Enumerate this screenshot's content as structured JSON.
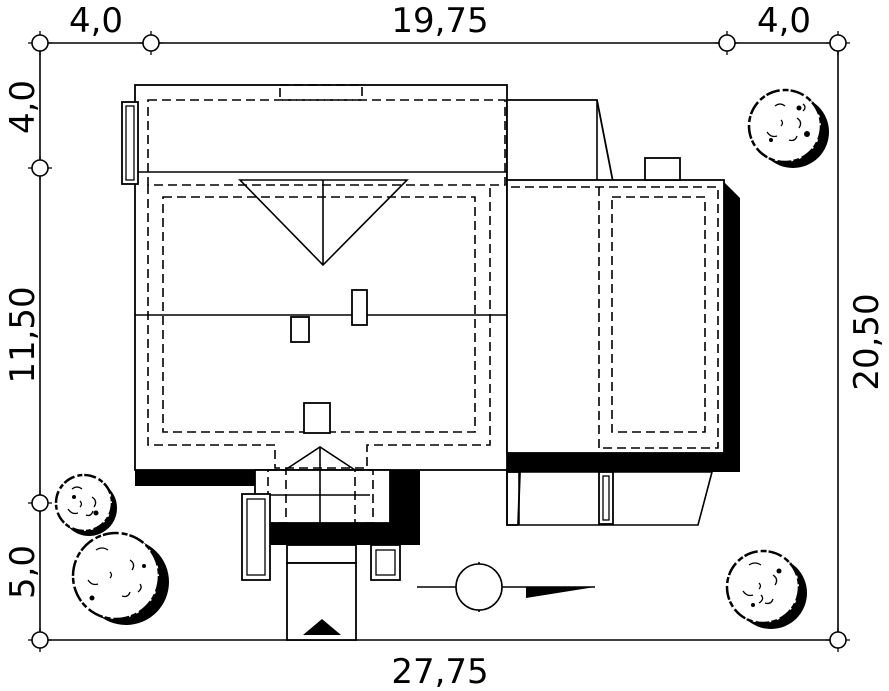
{
  "dimensions": {
    "top_left": "4,0",
    "top_middle": "19,75",
    "top_right": "4,0",
    "bottom_total": "27,75",
    "left_top": "4,0",
    "left_middle": "11,50",
    "left_bottom": "5,0",
    "right_total": "20,50"
  },
  "icons": {
    "north_arrow": "north-arrow-icon",
    "entrance": "entrance-triangle-icon",
    "tree": "tree-icon"
  }
}
